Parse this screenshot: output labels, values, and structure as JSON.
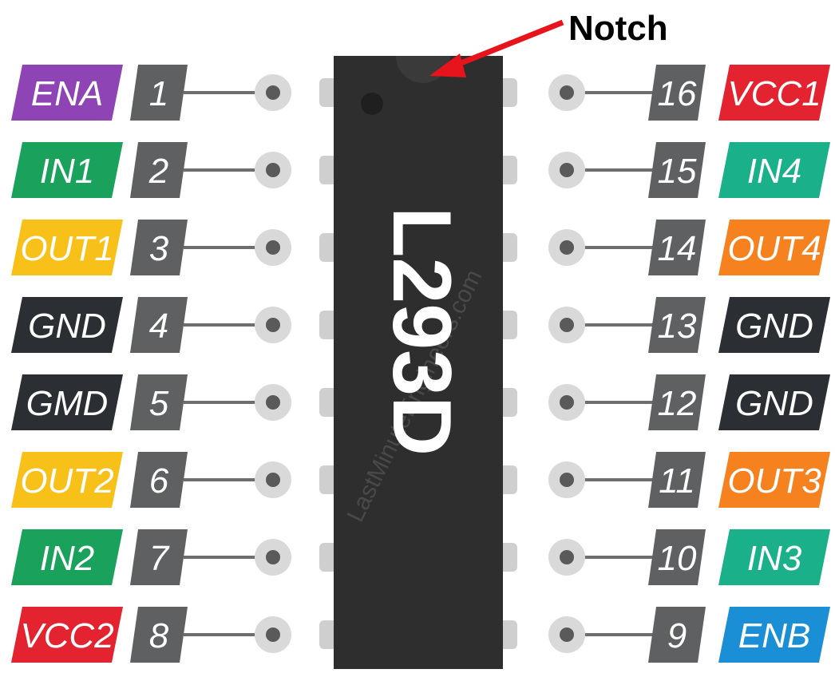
{
  "chip": {
    "name": "L293D",
    "watermark": "LastMinuteEngineers.com",
    "body_color": "#2e2e2e"
  },
  "annotation": {
    "text": "Notch",
    "arrow_color": "#e8141b"
  },
  "colors": {
    "number_box": "#5f6062",
    "wire": "#6e6e6e",
    "pad_outer": "#d9d9d9",
    "pad_inner": "#5a5a5a",
    "leg": "#cfcfcf"
  },
  "pins_left": [
    {
      "number": "1",
      "label": "ENA",
      "color": "#8e44b4"
    },
    {
      "number": "2",
      "label": "IN1",
      "color": "#1aa25c"
    },
    {
      "number": "3",
      "label": "OUT1",
      "color": "#f7c11a"
    },
    {
      "number": "4",
      "label": "GND",
      "color": "#2b2f33"
    },
    {
      "number": "5",
      "label": "GMD",
      "color": "#2b2f33"
    },
    {
      "number": "6",
      "label": "OUT2",
      "color": "#f7c11a"
    },
    {
      "number": "7",
      "label": "IN2",
      "color": "#1aa25c"
    },
    {
      "number": "8",
      "label": "VCC2",
      "color": "#e3232f"
    }
  ],
  "pins_right": [
    {
      "number": "16",
      "label": "VCC1",
      "color": "#e3232f"
    },
    {
      "number": "15",
      "label": "IN4",
      "color": "#19b08a"
    },
    {
      "number": "14",
      "label": "OUT4",
      "color": "#f5821f"
    },
    {
      "number": "13",
      "label": "GND",
      "color": "#2b2f33"
    },
    {
      "number": "12",
      "label": "GND",
      "color": "#2b2f33"
    },
    {
      "number": "11",
      "label": "OUT3",
      "color": "#f5821f"
    },
    {
      "number": "10",
      "label": "IN3",
      "color": "#19b08a"
    },
    {
      "number": "9",
      "label": "ENB",
      "color": "#1a8fd6"
    }
  ]
}
